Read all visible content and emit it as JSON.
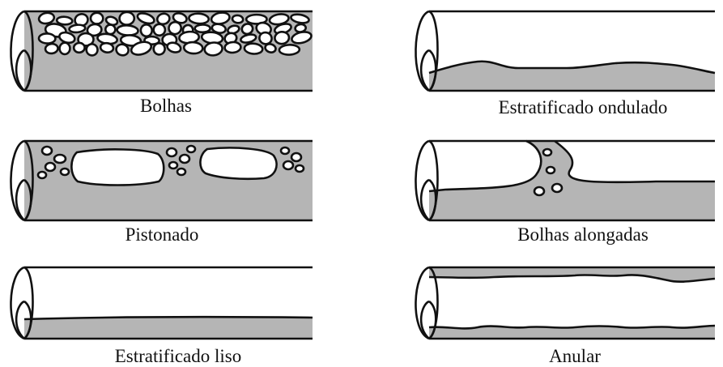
{
  "figure": {
    "patterns": [
      {
        "id": "bolhas",
        "label": "Bolhas"
      },
      {
        "id": "estratificado-ondulado",
        "label": "Estratificado ondulado"
      },
      {
        "id": "pistonado",
        "label": "Pistonado"
      },
      {
        "id": "bolhas-alongadas",
        "label": "Bolhas alongadas"
      },
      {
        "id": "estratificado-liso",
        "label": "Estratificado liso"
      },
      {
        "id": "anular",
        "label": "Anular"
      }
    ]
  },
  "colors": {
    "liquid": "#b5b5b5",
    "gas": "#ffffff",
    "outline": "#111111",
    "text": "#111111"
  }
}
